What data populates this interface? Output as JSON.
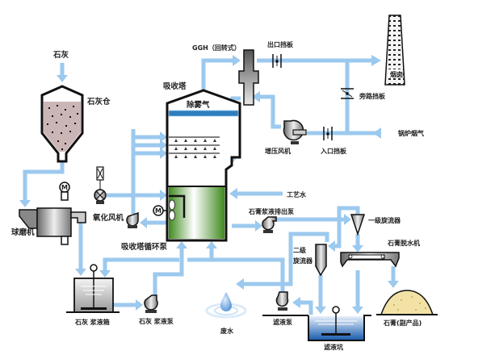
{
  "diagram": {
    "title": "石灰石-石膏湿法烟气脱硫工艺流程",
    "colors": {
      "pipe": "#9cc9ee",
      "slurry_green": "#4e9a2a",
      "demister_blue": "#2f7fbf",
      "outline": "#111111",
      "gypsum": "#f2e2a6",
      "silo_fill": "#c9b3b3"
    },
    "labels": {
      "limestone": "石灰",
      "limestone_silo": "石灰仓",
      "ball_mill": "球磨机",
      "oxidation_fan": "氧化风机",
      "absorber": "吸收塔",
      "demister": "除雾气",
      "absorber_circ_pump": "吸收塔循环泵",
      "ggh": "GGH（回转式）",
      "outlet_damper": "出口挡板",
      "chimney": "烟囱",
      "bypass_damper": "旁路挡板",
      "boiler_flue_gas": "锅炉烟气",
      "inlet_damper": "入口挡板",
      "booster_fan": "增压风机",
      "process_water": "工艺水",
      "gypsum_discharge_pump": "石膏浆液排出泵",
      "primary_cyclone": "一级旋流器",
      "secondary_cyclone_1": "二级",
      "secondary_cyclone_2": "旋流器",
      "gypsum_dewatering": "石膏脱水机",
      "limestone_slurry_tank": "石灰 浆液箱",
      "limestone_slurry_pump": "石灰 浆液泵",
      "waste_water": "废水",
      "filtrate_pump": "滤液泵",
      "filtrate_pit": "滤液坑",
      "gypsum_product": "石膏(副产品)",
      "motor": "M"
    }
  }
}
